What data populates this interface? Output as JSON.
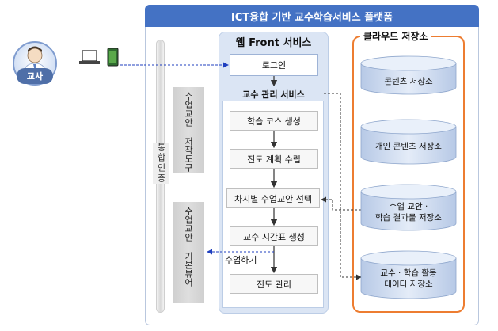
{
  "title": "ICT융합 기반 교수학습서비스 플랫폼",
  "teacher": {
    "label": "교사"
  },
  "auth": {
    "label": "통합인증"
  },
  "left_boxes": {
    "authoring": "수업교안 저작도구",
    "viewer": "수업교안 기본뷰어"
  },
  "web_front": {
    "title": "웹 Front 서비스",
    "login": "로그인",
    "service_title": "교수 관리 서비스",
    "steps": [
      "학습 코스 생성",
      "진도 계획 수립",
      "차시별 수업교안 선택",
      "교수 시간표 생성",
      "진도 관리"
    ],
    "teach_label": "수업하기"
  },
  "cloud": {
    "title": "클라우드 저장소",
    "stores": [
      {
        "line1": "콘텐츠 저장소",
        "line2": ""
      },
      {
        "line1": "개인 콘텐츠 저장소",
        "line2": ""
      },
      {
        "line1": "수업 교안 ·",
        "line2": "학습 결과물 저장소"
      },
      {
        "line1": "교수 · 학습 활동",
        "line2": "데이터 저장소"
      }
    ]
  },
  "colors": {
    "title_bar": "#4472c4",
    "web_front_bg": "#dbe5f4",
    "cloud_border": "#ed7d31",
    "cylinder": "#cfdcef",
    "arrow_blue": "#1f3fbf"
  }
}
